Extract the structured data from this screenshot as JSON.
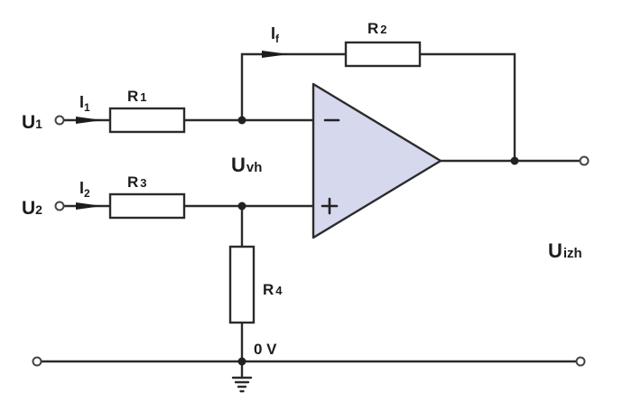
{
  "colors": {
    "opamp_fill": "#d6d8ee",
    "wire": "#2b2b2b",
    "terminal": "#444444"
  },
  "labels": {
    "u1": {
      "main": "U",
      "sub": "1"
    },
    "u2": {
      "main": "U",
      "sub": "2"
    },
    "i1": {
      "main": "I",
      "sub": "1"
    },
    "i2": {
      "main": "I",
      "sub": "2"
    },
    "if": {
      "main": "I",
      "sub": "f"
    },
    "r1": {
      "main": "R",
      "sub": "1"
    },
    "r2": {
      "main": "R",
      "sub": "2"
    },
    "r3": {
      "main": "R",
      "sub": "3"
    },
    "r4": {
      "main": "R",
      "sub": "4"
    },
    "uvh": {
      "main": "U",
      "sub": "vh"
    },
    "uizh": {
      "main": "U",
      "sub": "izh"
    },
    "ground": "0 V"
  },
  "opamp": {
    "inverting_input": "−",
    "noninverting_input": "+"
  },
  "icons": {
    "ground": "ground-icon",
    "current_arrow": "current-arrow-icon"
  }
}
